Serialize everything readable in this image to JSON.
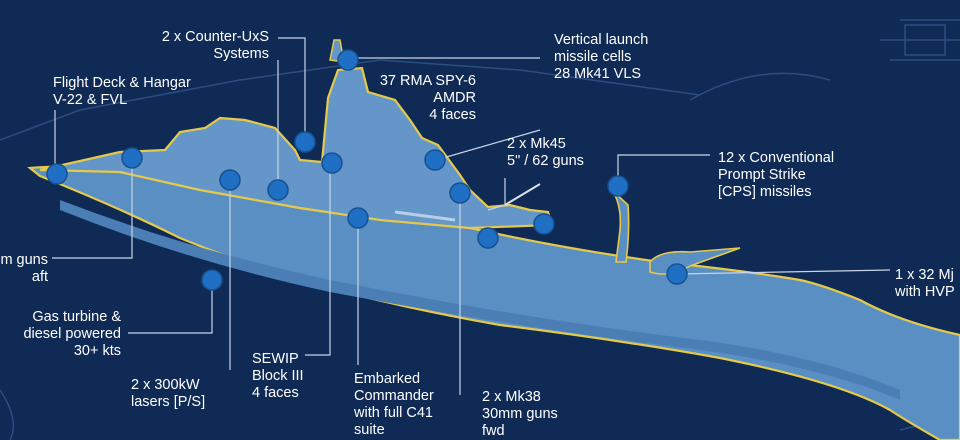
{
  "colors": {
    "background": "#0f2a55",
    "hull": "#5a8fc4",
    "outline": "#e4c94a",
    "leader_line": "#c9d4e4",
    "marker": "#1f6fc4"
  },
  "labels": {
    "counter_uxs": "2 x Counter-UxS\nSystems",
    "flight_deck": "Flight Deck & Hangar\nV-22 & FVL",
    "vls": "Vertical launch\nmissile cells\n28 Mk41 VLS",
    "spy6": "37 RMA SPY-6\nAMDR\n4 faces",
    "mk45": "2 x Mk45\n5\" / 62 guns",
    "cps": "12 x Conventional\nPrompt Strike\n[CPS] missiles",
    "aft_guns": "m guns\naft",
    "railgun": "1 x 32 Mj\nwith HVP",
    "gas_turbine": "Gas turbine &\ndiesel powered\n30+ kts",
    "sewip": "SEWIP\nBlock III\n4 faces",
    "lasers": "2 x 300kW\nlasers [P/S]",
    "commander": "Embarked\nCommander\nwith full C41\nsuite",
    "mk38": "2 x Mk38\n30mm guns\nfwd"
  }
}
